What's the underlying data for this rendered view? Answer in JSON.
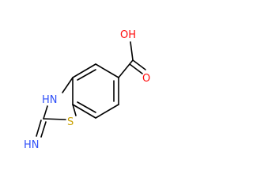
{
  "molecule": {
    "atoms": {
      "carboxyl_oh": {
        "text": "OH",
        "color": "#ff0d0d"
      },
      "carbonyl_o": {
        "text": "O",
        "color": "#ff0d0d"
      },
      "ring_nh": {
        "text": "HN",
        "color": "#3050f8"
      },
      "ring_s": {
        "text": "S",
        "color": "#c8a000"
      },
      "imine_nh": {
        "text": "HN",
        "color": "#3050f8"
      }
    },
    "bond_color": "#000000"
  }
}
